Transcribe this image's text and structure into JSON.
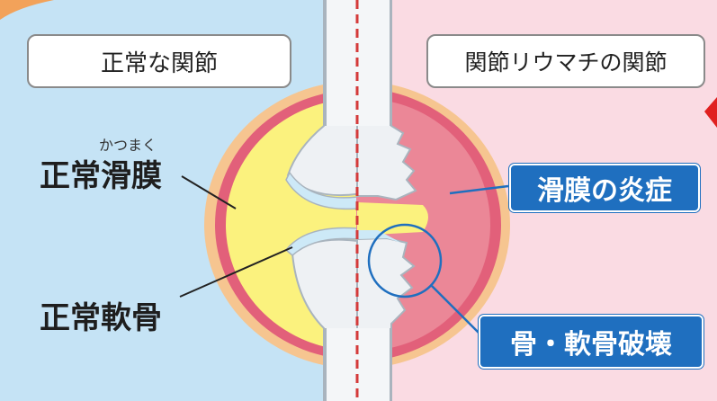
{
  "normal_joint": {
    "title": "正常な関節",
    "synovium_reading": "かつまく",
    "synovium_label": "正常滑膜",
    "cartilage_label": "正常軟骨"
  },
  "ra_joint": {
    "title": "関節リウマチの関節",
    "inflammation_label": "滑膜の炎症",
    "destruction_label": "骨・軟骨破壊"
  },
  "colors": {
    "left_bg": "#c5e3f5",
    "right_bg": "#fadbe3",
    "capsule_outer": "#f6c590",
    "synovium_red": "#e2607a",
    "fluid_yellow": "#fbf27e",
    "bone": "#eef1f4",
    "cartilage_blue": "#cde9f7",
    "divider": "#d43a3a",
    "tag_blue": "#1f6fbf"
  }
}
